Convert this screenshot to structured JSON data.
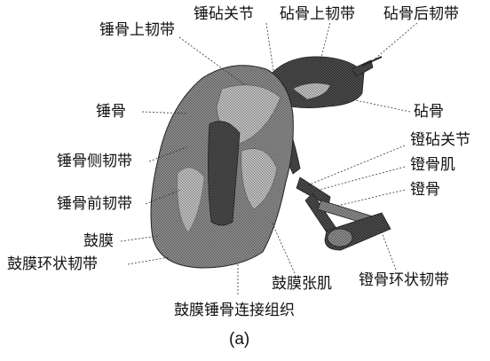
{
  "labels": {
    "malleus_superior_ligament": "锤骨上韧带",
    "incudomalleolar_joint": "锤砧关节",
    "incus_superior_ligament": "砧骨上韧带",
    "incus_posterior_ligament": "砧骨后韧带",
    "malleus": "锤骨",
    "incus": "砧骨",
    "incudostapedial_joint": "镫砧关节",
    "stapedius_muscle": "镫骨肌",
    "stapes": "镫骨",
    "malleus_lateral_ligament": "锤骨侧韧带",
    "malleus_anterior_ligament": "锤骨前韧带",
    "tympanic_membrane": "鼓膜",
    "tympanic_annular_ligament": "鼓膜环状韧带",
    "tensor_tympani": "鼓膜张肌",
    "stapedial_annular_ligament": "镫骨环状韧带",
    "tm_malleus_connective_tissue": "鼓膜锤骨连接组织"
  },
  "caption": "(a)"
}
